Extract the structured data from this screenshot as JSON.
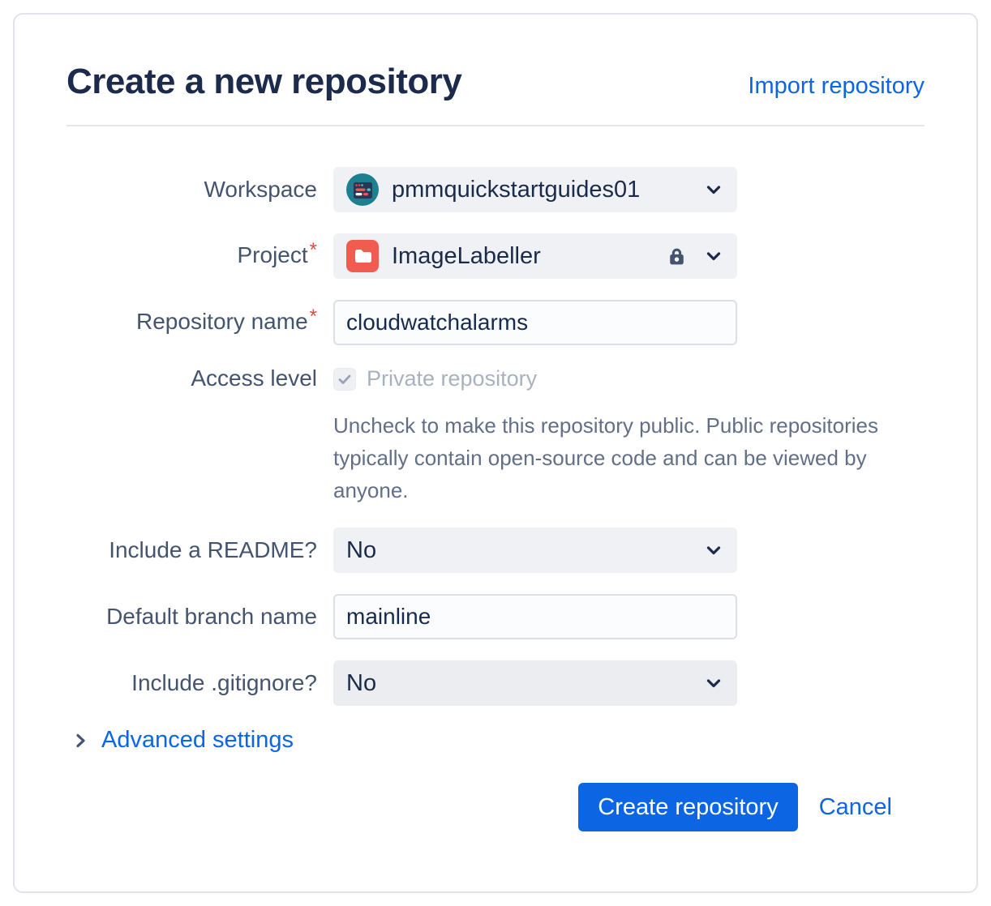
{
  "header": {
    "title": "Create a new repository",
    "import_link": "Import repository"
  },
  "form": {
    "workspace": {
      "label": "Workspace",
      "value": "pmmquickstartguides01",
      "avatar_icon": "workspace-avatar-teal-browser"
    },
    "project": {
      "label": "Project",
      "required_marker": "*",
      "value": "ImageLabeller",
      "icon": "red-folder-icon",
      "locked_icon": "lock-icon"
    },
    "repository_name": {
      "label": "Repository name",
      "required_marker": "*",
      "value": "cloudwatchalarms"
    },
    "access_level": {
      "label": "Access level",
      "checkbox_label": "Private repository",
      "checked": true,
      "disabled": true,
      "help_lines": [
        "Uncheck to make this repository public. Public repositories",
        "typically contain open-source code and can be viewed by",
        "anyone."
      ]
    },
    "include_readme": {
      "label": "Include a README?",
      "value": "No"
    },
    "default_branch": {
      "label": "Default branch name",
      "value": "mainline"
    },
    "include_gitignore": {
      "label": "Include .gitignore?",
      "value": "No"
    }
  },
  "advanced": {
    "label": "Advanced settings"
  },
  "actions": {
    "create_label": "Create repository",
    "cancel_label": "Cancel"
  },
  "colors": {
    "accent_blue": "#0C66E4",
    "title_navy": "#1C2B4C",
    "label_slate": "#44546F",
    "required_red": "#E2483D",
    "project_icon_red": "#F15B50",
    "workspace_avatar_teal": "#1D808E",
    "disabled_text": "#A9B1BF",
    "help_text": "#626F86",
    "control_bg": "#F0F1F4",
    "input_border": "#DCDFE4"
  }
}
